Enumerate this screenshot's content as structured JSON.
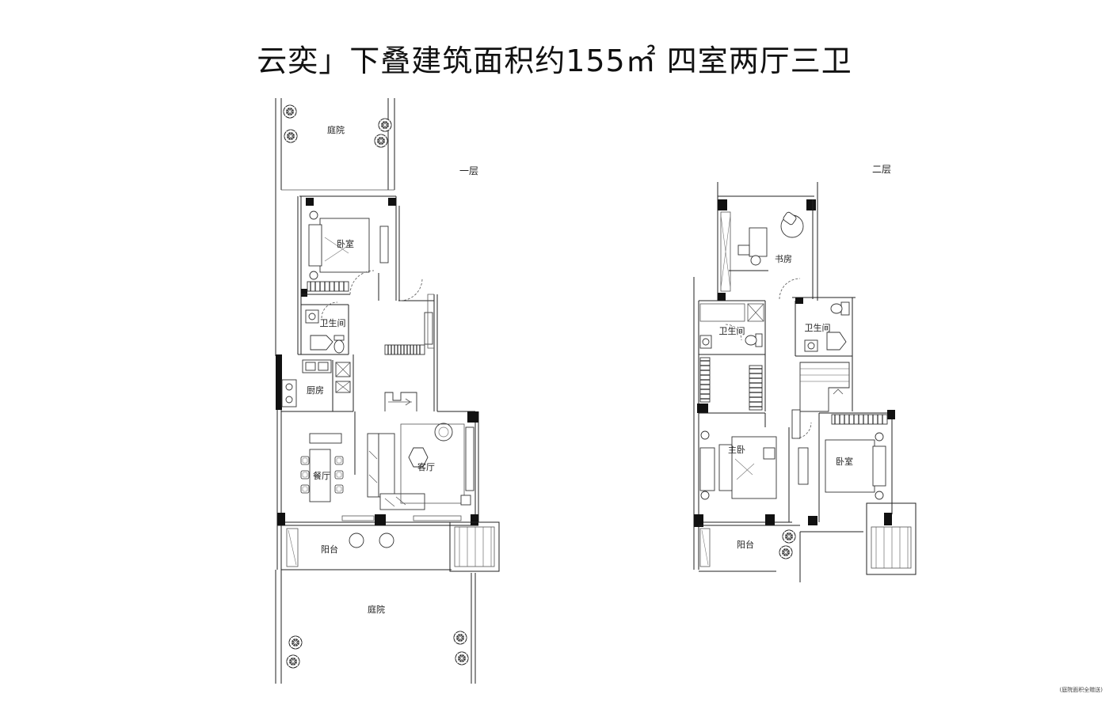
{
  "title": "云奕」下叠建筑面积约155㎡ 四室两厅三卫",
  "floors": [
    {
      "label": "一层",
      "rooms": {
        "garden_top": "庭院",
        "bedroom": "卧室",
        "bathroom": "卫生间",
        "kitchen": "厨房",
        "dining": "餐厅",
        "living": "客厅",
        "balcony": "阳台",
        "garden_bottom": "庭院"
      }
    },
    {
      "label": "二层",
      "rooms": {
        "study": "书房",
        "bathroom_left": "卫生间",
        "bathroom_right": "卫生间",
        "master_bedroom": "主卧",
        "bedroom": "卧室",
        "balcony": "阳台"
      }
    }
  ],
  "footnote": "(庭院面积全赠送)",
  "icons": [
    "tree-icon",
    "bed-icon",
    "toilet-icon",
    "sink-icon",
    "stove-icon",
    "sofa-icon",
    "chair-icon",
    "stair-icon",
    "wardrobe-icon"
  ]
}
